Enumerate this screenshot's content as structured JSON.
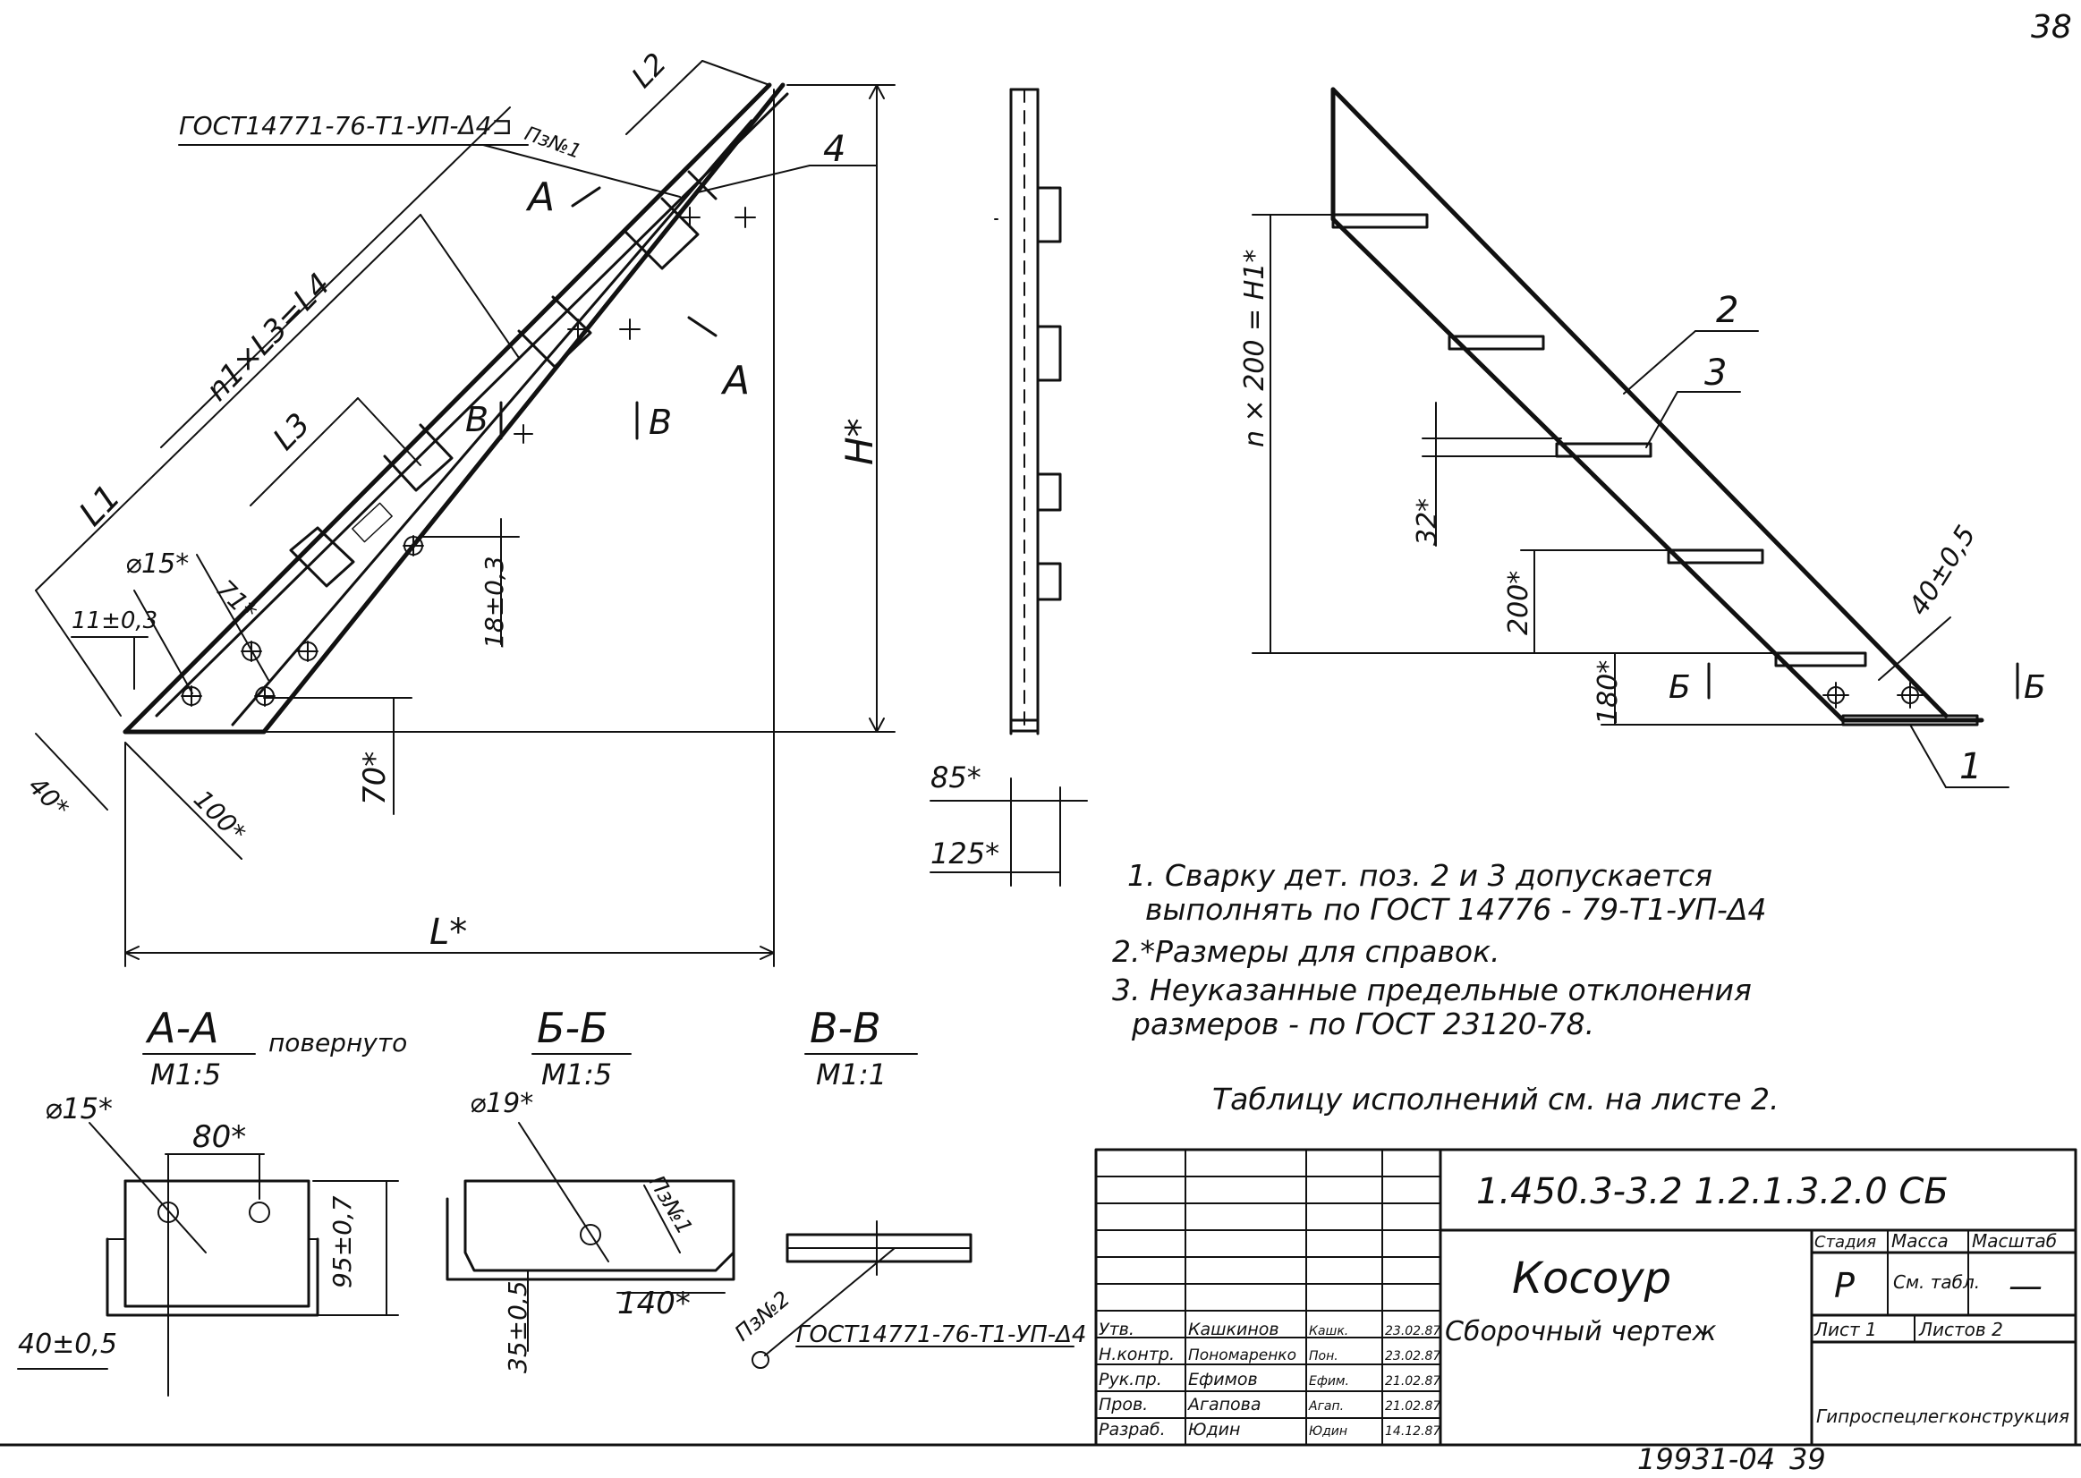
{
  "sheet": {
    "page_number": "38",
    "footer_code": "19931-04",
    "footer_page": "39"
  },
  "left_view": {
    "callout_weld": "ГОСТ14771-76-Т1-УП-Δ4⊐",
    "callout_weld_note": "Пз№1",
    "pos_4": "4",
    "dim_L2": "L2",
    "dim_n1L3": "n1×L3=L4",
    "dim_L3": "L3",
    "dim_L1": "L1",
    "dim_d15": "⌀15*",
    "dim_71": "71*",
    "dim_11": "11±0,3",
    "dim_18": "18±0,3",
    "dim_40": "40*",
    "dim_100": "100*",
    "dim_70": "70*",
    "dim_H": "H*",
    "dim_L": "L*",
    "sec_A_top": "A",
    "sec_A_bot": "A",
    "sec_B_left": "В",
    "sec_B_right": "В"
  },
  "side_view": {
    "dim_85": "85*",
    "dim_125": "125*"
  },
  "right_view": {
    "pos_1": "1",
    "pos_2": "2",
    "pos_3": "3",
    "dim_nH1": "n × 200 = H1*",
    "dim_32": "32*",
    "dim_200": "200*",
    "dim_180": "180*",
    "dim_40": "40±0,5",
    "sec_B_left": "Б",
    "sec_B_right": "Б"
  },
  "notes": {
    "n1a": "1. Сварку дет. поз. 2 и 3 допускается",
    "n1b": "выполнять по ГОСТ 14776 - 79-Т1-УП-Δ4",
    "n2": "2.*Размеры для справок.",
    "n3a": "3. Неуказанные предельные отклонения",
    "n3b": "размеров - по ГОСТ 23120-78.",
    "table_ref": "Таблицу исполнений см. на листе 2."
  },
  "sections": {
    "aa_title": "А-А",
    "aa_scale": "М1:5",
    "aa_note": "повернуто",
    "aa_d15": "⌀15*",
    "aa_80": "80*",
    "aa_95": "95±0,7",
    "aa_40": "40±0,5",
    "bb_title": "Б-Б",
    "bb_scale": "М1:5",
    "bb_d19": "⌀19*",
    "bb_140": "140*",
    "bb_35": "35±0,5",
    "bb_pos": "Пз№1",
    "vv_title": "В-В",
    "vv_scale": "М1:1",
    "vv_pos": "Пз№2",
    "vv_gost": "ГОСТ14771-76-Т1-УП-Δ4"
  },
  "title_block": {
    "doc_code": "1.450.3-3.2 1.2.1.3.2.0 СБ",
    "name": "Косоур",
    "subtitle": "Сборочный чертеж",
    "stage_label": "Стадия",
    "mass_label": "Масса",
    "scale_label": "Масштаб",
    "stage_value": "Р",
    "mass_value": "См. табл.",
    "scale_value": "—",
    "sheet_label": "Лист 1",
    "sheets_label": "Листов 2",
    "org": "Гипроспецлегконструкция",
    "rows": [
      {
        "role": "Утв.",
        "name": "Кашкинов",
        "sign": "Кашк.",
        "date": "23.02.87"
      },
      {
        "role": "Н.контр.",
        "name": "Пономаренко",
        "sign": "Пон.",
        "date": "23.02.87"
      },
      {
        "role": "Рук.пр.",
        "name": "Ефимов",
        "sign": "Ефим.",
        "date": "21.02.87"
      },
      {
        "role": "Пров.",
        "name": "Агапова",
        "sign": "Агап.",
        "date": "21.02.87"
      },
      {
        "role": "Разраб.",
        "name": "Юдин",
        "sign": "Юдин",
        "date": "14.12.87"
      }
    ]
  }
}
